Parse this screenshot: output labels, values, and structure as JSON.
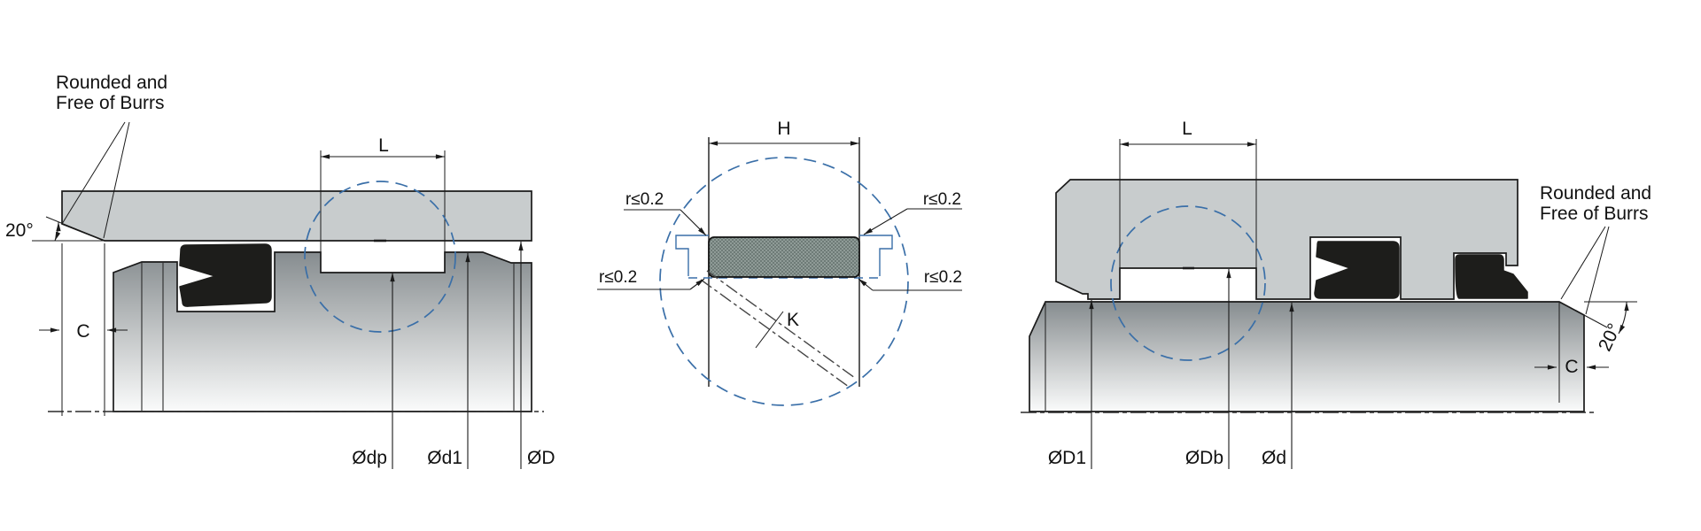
{
  "colors": {
    "housing_gray": "#c8cccd",
    "seal_black": "#1d1d1b",
    "detail_blue": "#3a6fa8",
    "detail_seal_fill": "#8f9b97",
    "line_color": "#1a1a1a"
  },
  "left_view": {
    "note_line1": "Rounded and",
    "note_line2": "Free of Burrs",
    "chamfer_angle_label": "20°",
    "groove_width_label": "L",
    "chamfer_length_label": "C",
    "dia_groove_root_label": "Ødp",
    "dia_piston_label": "Ød1",
    "dia_bore_label": "ØD"
  },
  "detail_view": {
    "groove_height_label": "H",
    "diagonal_ref_label": "K",
    "radius_top_left": "r≤0.2",
    "radius_bottom_left": "r≤0.2",
    "radius_top_right": "r≤0.2",
    "radius_bottom_right": "r≤0.2"
  },
  "right_view": {
    "note_line1": "Rounded and",
    "note_line2": "Free of Burrs",
    "chamfer_angle_label": "20°",
    "groove_width_label": "L",
    "chamfer_length_label": "C",
    "dia_housing_bore_label": "ØD1",
    "dia_groove_root_label": "ØDb",
    "dia_rod_label": "Ød"
  }
}
